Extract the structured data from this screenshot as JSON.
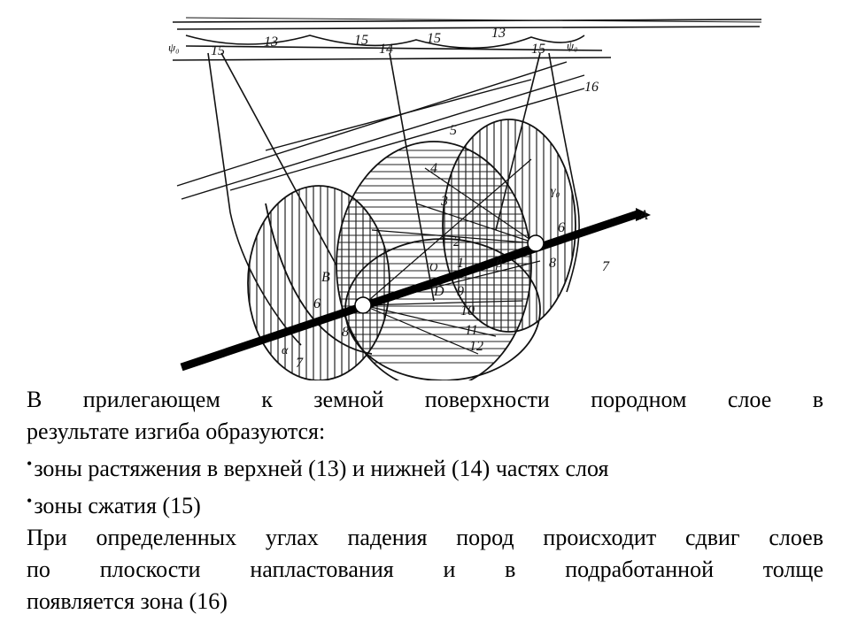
{
  "diagram": {
    "labels": {
      "l13a": "13",
      "l13b": "13",
      "l14": "14",
      "l15a": "15",
      "l15b": "15",
      "l15c": "15",
      "l15d": "15",
      "l16": "16",
      "psi_left": "ψ₀",
      "psi_right": "ψ₀",
      "l5": "5",
      "l4": "4",
      "l3": "3",
      "l2": "2",
      "l1": "1",
      "l6a": "6",
      "l6b": "6",
      "l7a": "7",
      "l7b": "7",
      "l8a": "8",
      "l8b": "8",
      "l9": "9",
      "l10": "10",
      "l11": "11",
      "l12": "12",
      "A": "A",
      "B": "B",
      "D": "D",
      "O": "O",
      "gamma": "γ₀",
      "beta": "β",
      "alpha": "α"
    }
  },
  "text": {
    "p1": "В прилегающем к земной поверхности породном слое в",
    "p1b": "результате изгиба образуются:",
    "b1": "зоны  растяжения в верхней (13) и нижней (14) частях слоя",
    "b2": "зоны сжатия (15)",
    "p2a": "При определенных углах падения пород происходит сдвиг слоев",
    "p2b": "по плоскости напластования    и в подработанной толще",
    "p2c": "появляется зона (16)",
    "bullet_char": "•"
  }
}
